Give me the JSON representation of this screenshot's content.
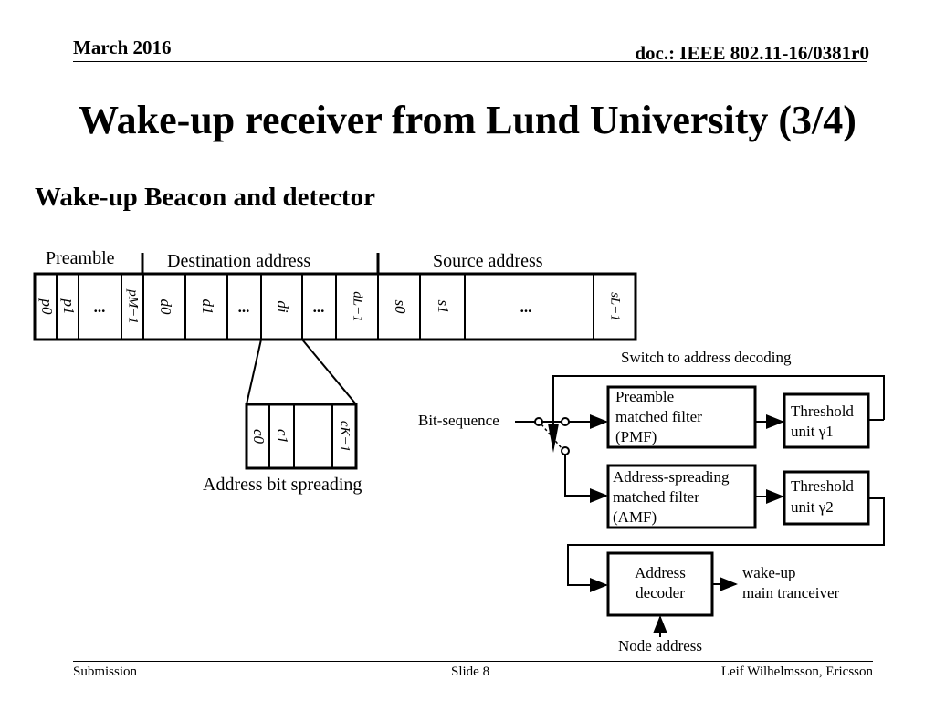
{
  "header": {
    "date": "March 2016",
    "doc": "doc.: IEEE 802.11-16/0381r0"
  },
  "title": "Wake-up receiver from Lund University (3/4)",
  "subtitle": "Wake-up Beacon and detector",
  "footer": {
    "left": "Submission",
    "center": "Slide 8",
    "right": "Leif Wilhelmsson, Ericsson"
  },
  "diagram": {
    "frame": {
      "section_labels": [
        "Preamble",
        "Destination address",
        "Source address"
      ],
      "preamble_fields": [
        "p0",
        "p1",
        "...",
        "pM−1"
      ],
      "destination_fields": [
        "d0",
        "d1",
        "...",
        "di",
        "...",
        "dL−1"
      ],
      "source_fields": [
        "s0",
        "s1",
        "...",
        "sL−1"
      ]
    },
    "spreading": {
      "fields": [
        "c0",
        "c1",
        "",
        "cK−1"
      ],
      "caption": "Address bit spreading"
    },
    "detector": {
      "switch_label": "Switch to address decoding",
      "input_label": "Bit-sequence",
      "pmf": [
        "Preamble",
        "matched filter",
        "(PMF)"
      ],
      "amf": [
        "Address-spreading",
        "matched filter",
        "(AMF)"
      ],
      "threshold1": [
        "Threshold",
        "unit γ1"
      ],
      "threshold2": [
        "Threshold",
        "unit γ2"
      ],
      "decoder": [
        "Address",
        "decoder"
      ],
      "output": [
        "wake-up",
        "main tranceiver"
      ],
      "node_address": "Node address"
    }
  }
}
